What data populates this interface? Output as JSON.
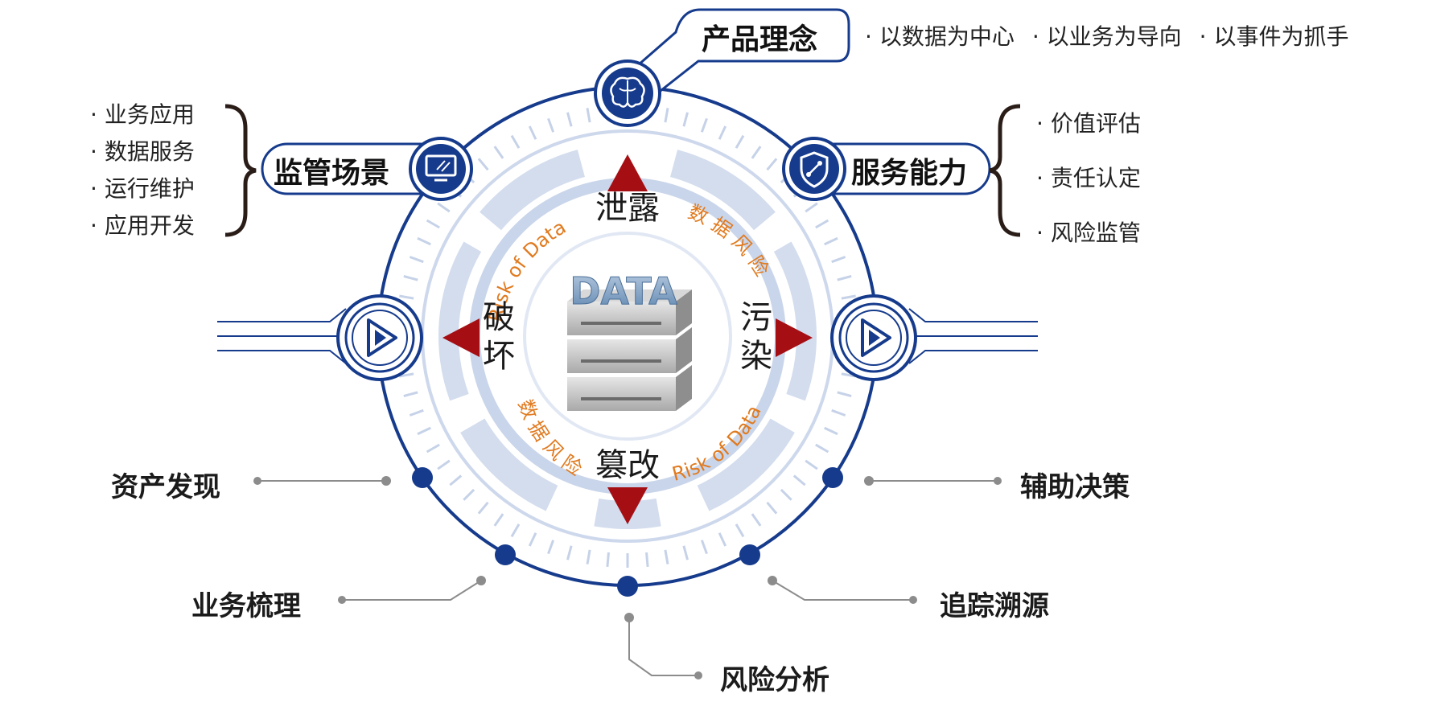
{
  "product_concept": {
    "title": "产品理念",
    "items": [
      "以数据为中心",
      "以业务为导向",
      "以事件为抓手"
    ]
  },
  "supervision": {
    "title": "监管场景",
    "items": [
      "业务应用",
      "数据服务",
      "运行维护",
      "应用开发"
    ]
  },
  "service": {
    "title": "服务能力",
    "items": [
      "价值评估",
      "责任认定",
      "风险监管"
    ]
  },
  "center": {
    "logo_text": "DATA",
    "risks": {
      "top": "泄露",
      "left": "破坏",
      "right": "污染",
      "bottom": "篡改"
    },
    "ring_text_en": "Risk of Data",
    "ring_text_cn": "数 据 风 险",
    "accent_orange": "#e07a1f",
    "arrow_red": "#a50f14"
  },
  "capabilities": {
    "asset_discovery": "资产发现",
    "business_sorting": "业务梳理",
    "risk_analysis": "风险分析",
    "trace_source": "追踪溯源",
    "decision_support": "辅助决策"
  },
  "icons": {
    "brain": "brain-icon",
    "monitor": "monitor-icon",
    "shield": "shield-icon",
    "play_left": "play-circle-icon",
    "play_right": "play-circle-icon"
  },
  "colors": {
    "navy": "#163b8c",
    "light_blue": "#cdd8ec",
    "mid_blue": "#9fb3d9"
  }
}
